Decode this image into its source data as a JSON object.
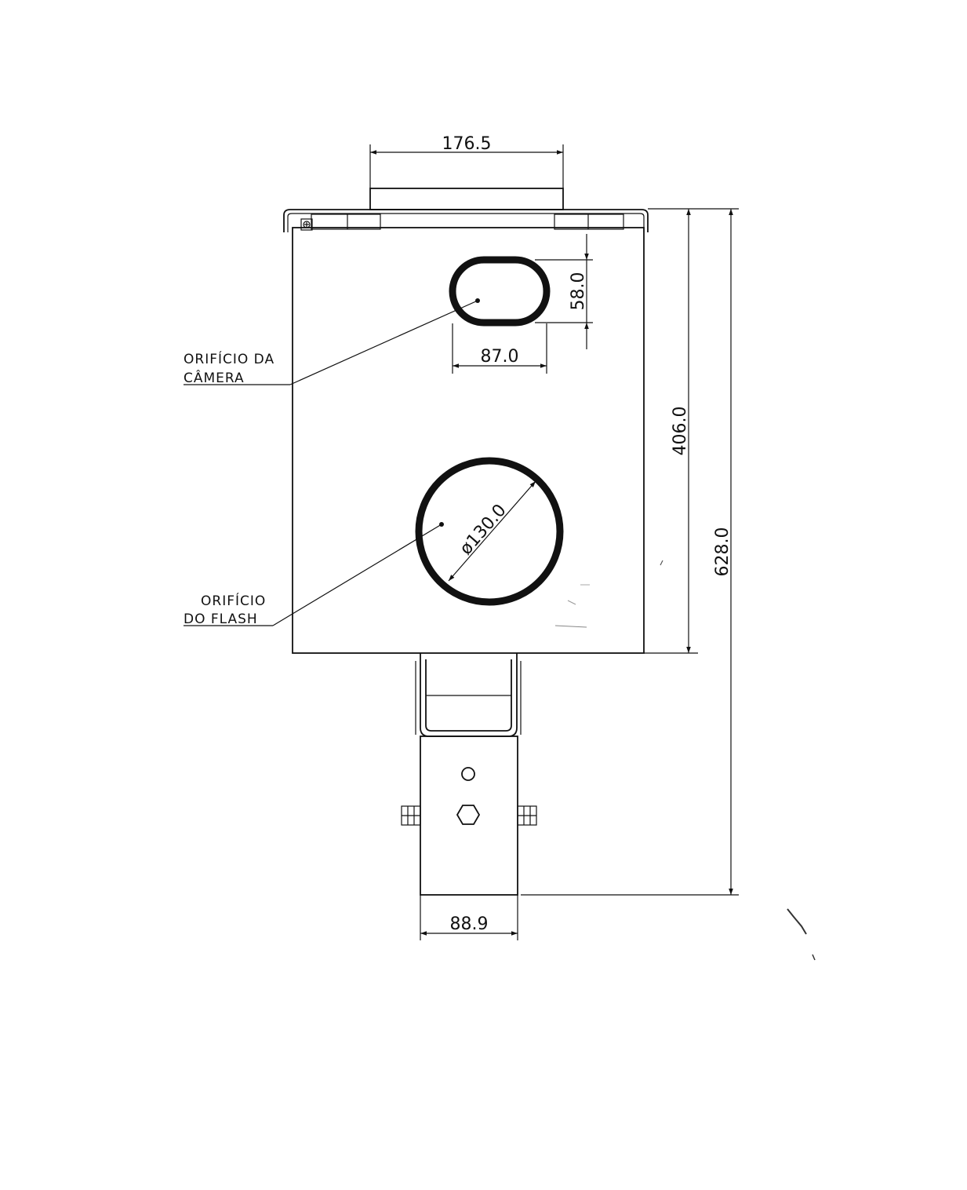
{
  "dimensions": {
    "top_width": "176.5",
    "camera_hole_height": "58.0",
    "camera_hole_width": "87.0",
    "box_height": "406.0",
    "total_height": "628.0",
    "flash_diameter": "ø130.0",
    "mount_width": "88.9"
  },
  "labels": {
    "camera_line1": "ORIFÍCIO DA",
    "camera_line2": "CÂMERA",
    "flash_line1": "ORIFÍCIO",
    "flash_line2": "DO FLASH"
  },
  "colors": {
    "line": "#111111",
    "background": "#ffffff"
  }
}
